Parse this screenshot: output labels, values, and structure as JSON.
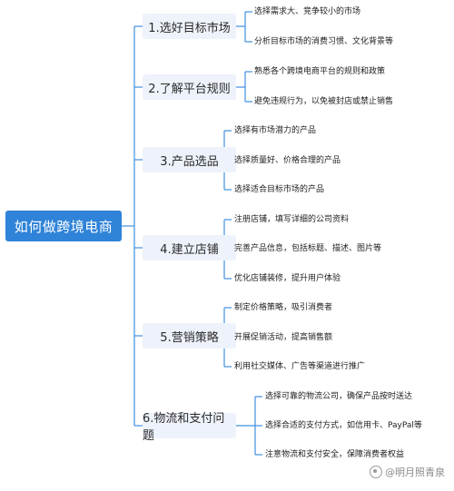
{
  "diagram": {
    "root": "如何做跨境电商",
    "branches": [
      {
        "label": "1.选好目标市场",
        "leaves": [
          "选择需求大、竞争较小的市场",
          "分析目标市场的消费习惯、文化背景等"
        ]
      },
      {
        "label": "2.了解平台规则",
        "leaves": [
          "熟悉各个跨境电商平台的规则和政策",
          "避免违规行为，以免被封店或禁止销售"
        ]
      },
      {
        "label": "3.产品选品",
        "leaves": [
          "选择有市场潜力的产品",
          "选择质量好、价格合理的产品",
          "选择适合目标市场的产品"
        ]
      },
      {
        "label": "4.建立店铺",
        "leaves": [
          "注册店铺，填写详细的公司资料",
          "完善产品信息，包括标题、描述、图片等",
          "优化店铺装修，提升用户体验"
        ]
      },
      {
        "label": "5.营销策略",
        "leaves": [
          "制定价格策略，吸引消费者",
          "开展促销活动，提高销售额",
          "利用社交媒体、广告等渠道进行推广"
        ]
      },
      {
        "label": "6.物流和支付问题",
        "leaves": [
          "选择可靠的物流公司，确保产品按时送达",
          "选择合适的支付方式，如信用卡、PayPal等",
          "注意物流和支付安全，保障消费者权益"
        ]
      }
    ]
  },
  "colors": {
    "line": "#3f8fe0",
    "root_bg": "#2f83d8",
    "branch_bg": "#eef2fb"
  },
  "watermark": "@明月照青泉"
}
